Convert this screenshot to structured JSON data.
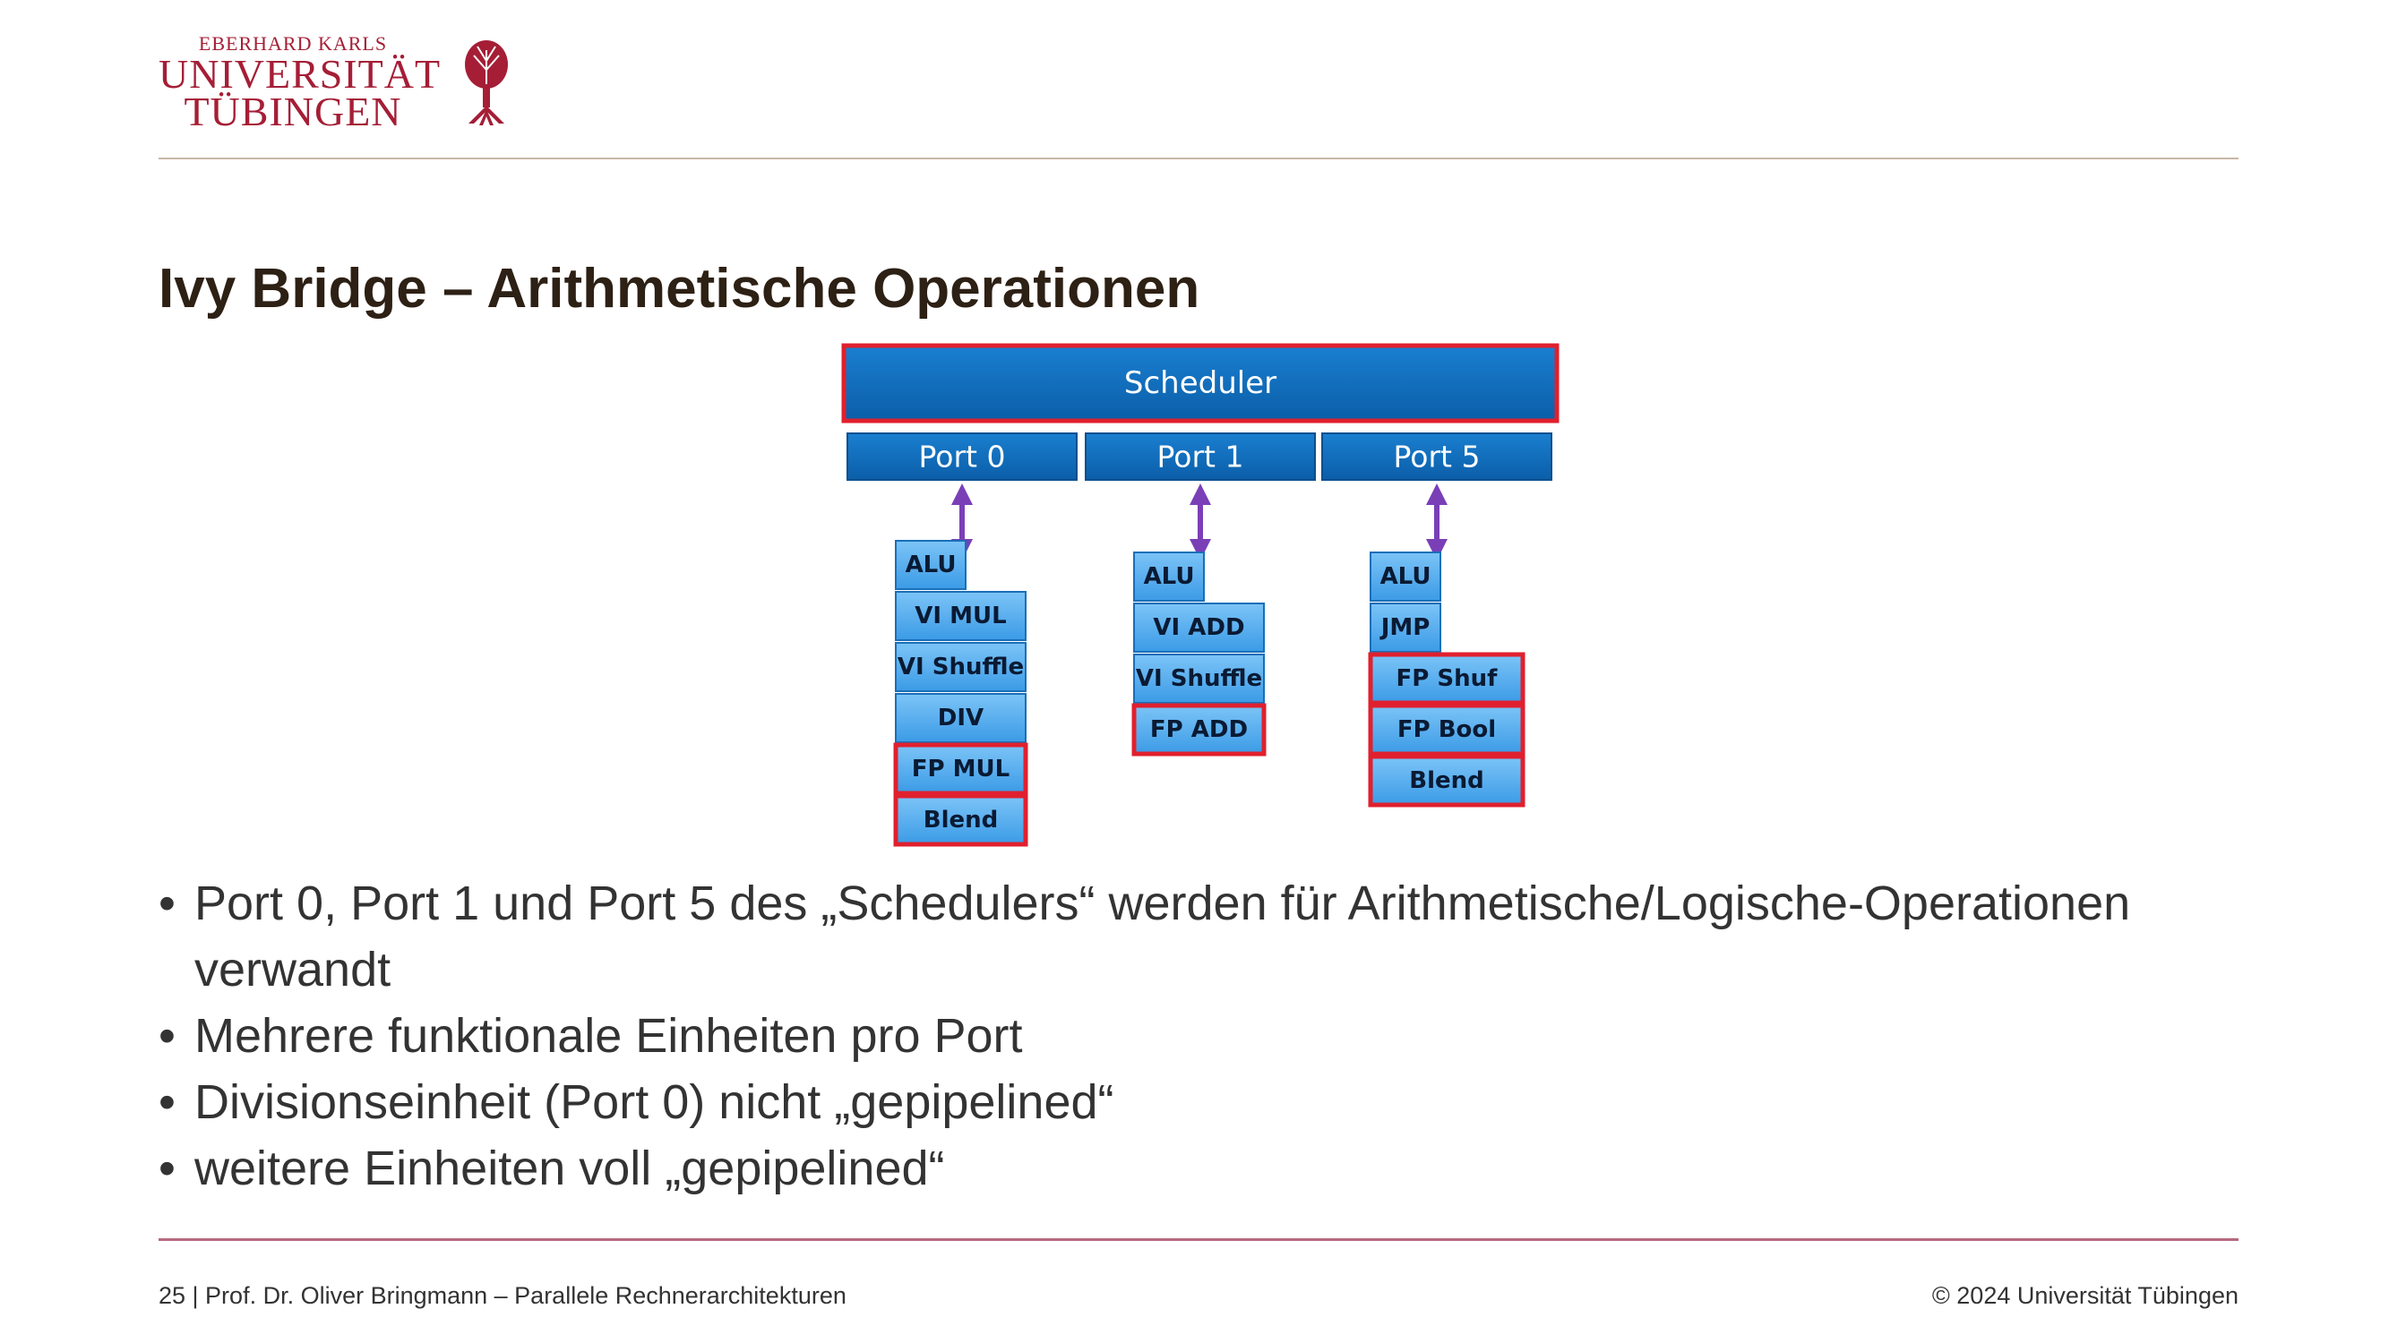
{
  "logo": {
    "line1": "EBERHARD KARLS",
    "line2": "UNIVERSITÄT",
    "line3": "TÜBINGEN"
  },
  "title": "Ivy Bridge – Arithmetische Operationen",
  "diagram": {
    "scheduler": "Scheduler",
    "ports": [
      {
        "label": "Port 0",
        "units": [
          {
            "label": "ALU",
            "highlight": false
          },
          {
            "label": "VI MUL",
            "highlight": false
          },
          {
            "label": "VI Shuffle",
            "highlight": false
          },
          {
            "label": "DIV",
            "highlight": false
          },
          {
            "label": "FP MUL",
            "highlight": true
          },
          {
            "label": "Blend",
            "highlight": true
          }
        ]
      },
      {
        "label": "Port 1",
        "units": [
          {
            "label": "ALU",
            "highlight": false
          },
          {
            "label": "VI ADD",
            "highlight": false
          },
          {
            "label": "VI Shuffle",
            "highlight": false
          },
          {
            "label": "FP ADD",
            "highlight": true
          }
        ]
      },
      {
        "label": "Port 5",
        "units": [
          {
            "label": "ALU",
            "highlight": false
          },
          {
            "label": "JMP",
            "highlight": false
          },
          {
            "label": "FP Shuf",
            "highlight": true
          },
          {
            "label": "FP Bool",
            "highlight": true
          },
          {
            "label": "Blend",
            "highlight": true
          }
        ]
      }
    ],
    "colors": {
      "box": "#0f6cbd",
      "unit": "#4da9f0",
      "highlight": "#e0202e",
      "arrow": "#7a3fb6"
    }
  },
  "bullets": [
    "Port 0, Port 1 und Port 5 des „Schedulers“ werden für Arithmetische/Logische-Operationen verwandt",
    "Mehrere funktionale Einheiten pro Port",
    "Divisionseinheit (Port 0) nicht „gepipelined“",
    "weitere Einheiten voll „gepipelined“"
  ],
  "footer": {
    "left": "25 | Prof. Dr. Oliver Bringmann – Parallele Rechnerarchitekturen",
    "right": "© 2024 Universität Tübingen"
  },
  "colors": {
    "title": "#2d2014",
    "brand": "#a51e36"
  }
}
